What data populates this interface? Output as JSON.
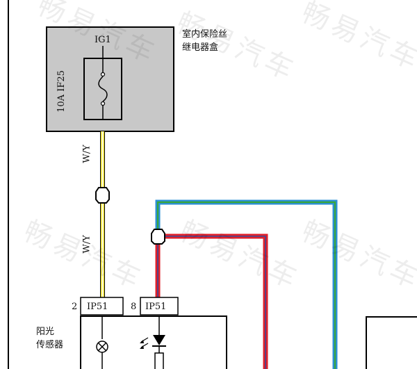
{
  "watermark": "畅易汽车",
  "relay_box": {
    "title_line1": "室内保险丝",
    "title_line2": "继电器盒",
    "ig_label": "IG1",
    "fuse_label": "10A IF25"
  },
  "wires": {
    "upper_color_label": "W/Y",
    "lower_color_label": "W/Y"
  },
  "connectors": [
    {
      "pin": "2",
      "name": "IP51"
    },
    {
      "pin": "8",
      "name": "IP51"
    }
  ],
  "sensor": {
    "title_line1": "阳光",
    "title_line2": "传感器"
  },
  "colors": {
    "box_fill": "#c8c8c8",
    "wire_white_yellow": "#f2e640",
    "wire_red": "#e0202a",
    "wire_blue": "#2a8fd6",
    "wire_green": "#3aa63a"
  }
}
